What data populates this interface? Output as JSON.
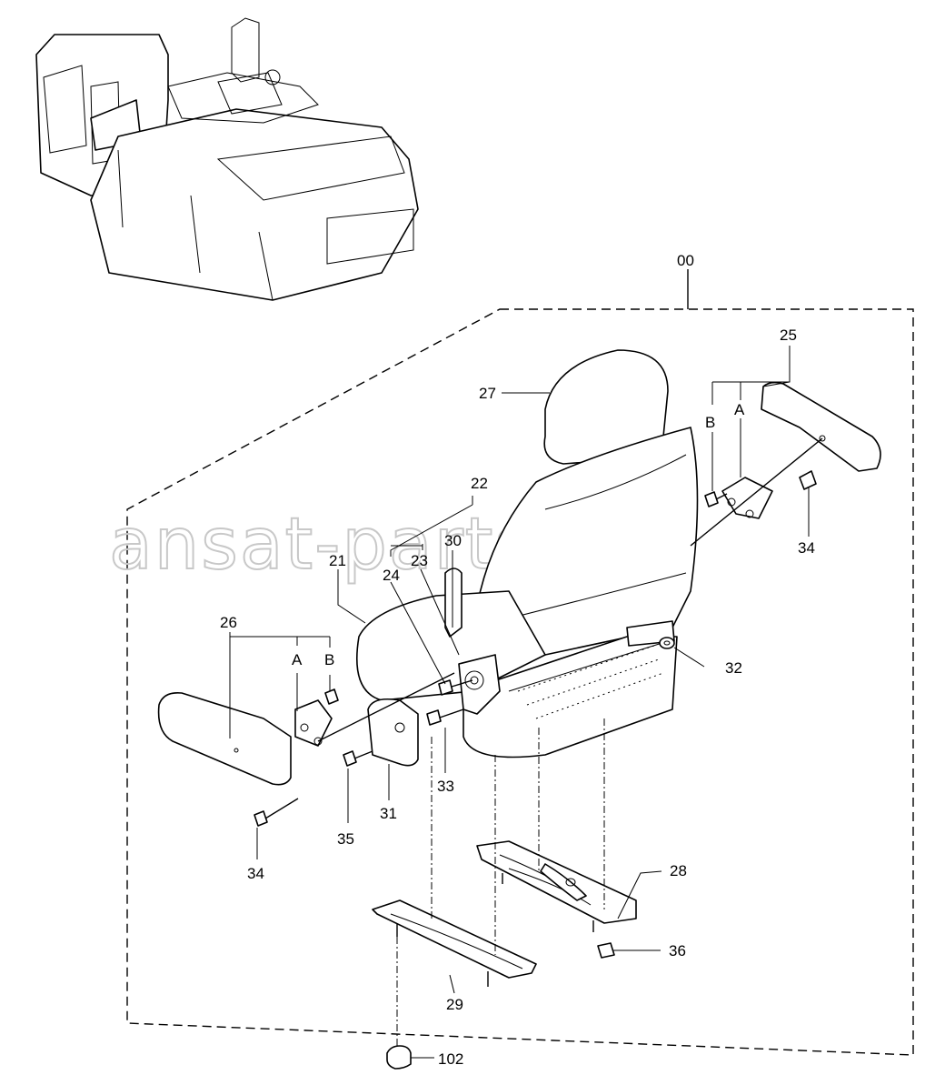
{
  "diagram": {
    "watermark": "ansat-parts.ru",
    "callouts": {
      "c00": "00",
      "c21": "21",
      "c22": "22",
      "c23": "23",
      "c24": "24",
      "c25": "25",
      "c26": "26",
      "c27": "27",
      "c28": "28",
      "c29": "29",
      "c30": "30",
      "c31": "31",
      "c32": "32",
      "c33": "33",
      "c34a": "34",
      "c34b": "34",
      "c35": "35",
      "c36": "36",
      "c102": "102",
      "cA_right": "A",
      "cB_right": "B",
      "cA_left": "A",
      "cB_left": "B"
    }
  }
}
